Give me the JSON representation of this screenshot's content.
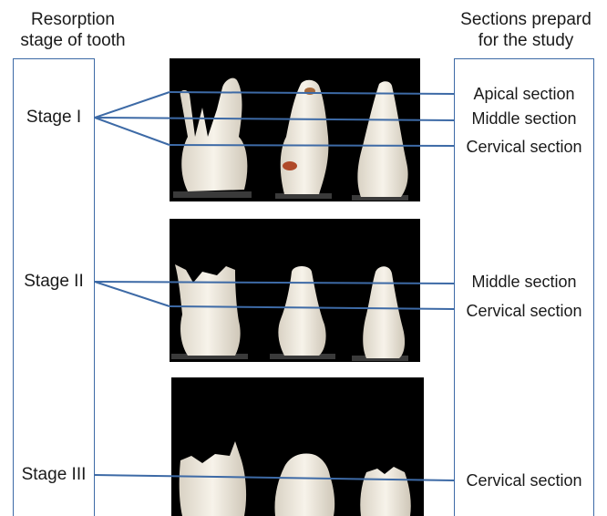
{
  "headers": {
    "left": [
      "Resorption",
      "stage of tooth"
    ],
    "right": [
      "Sections prepard",
      "for the study"
    ]
  },
  "stages": {
    "s1": "Stage I",
    "s2": "Stage II",
    "s3": "Stage III"
  },
  "sections": {
    "s1_apical": "Apical section",
    "s1_middle": "Middle section",
    "s1_cervical": "Cervical section",
    "s2_middle": "Middle section",
    "s2_cervical": "Cervical section",
    "s3_cervical": "Cervical section"
  },
  "colors": {
    "line": "#3d6aa6",
    "photo_bg": "#000000",
    "tooth": "#f3eee4"
  }
}
